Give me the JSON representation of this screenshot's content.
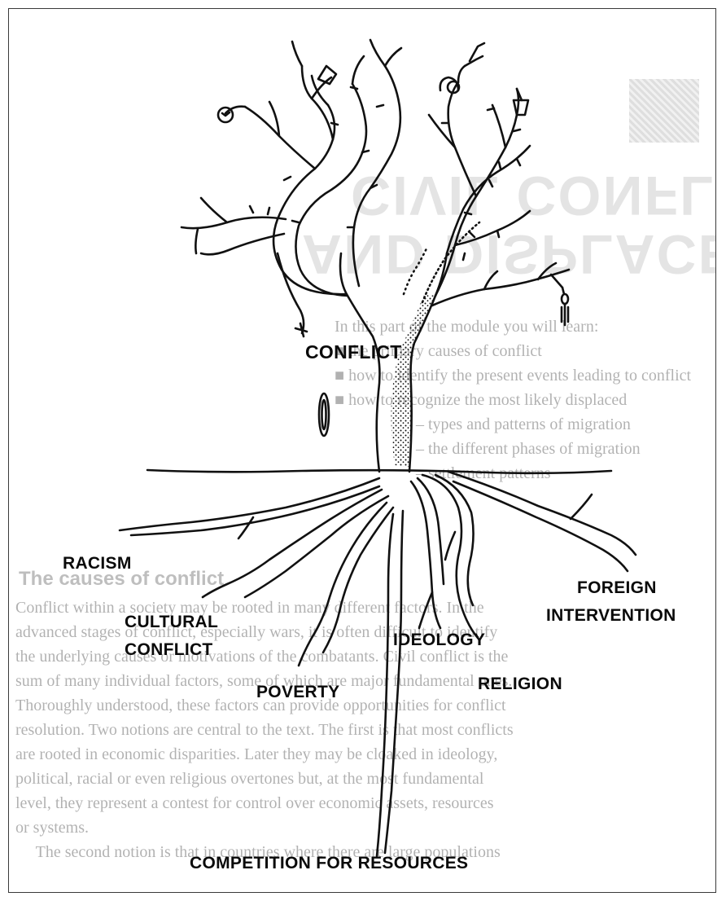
{
  "diagram": {
    "trunk_label": "CONFLICT",
    "roots": {
      "racism": "RACISM",
      "cultural_conflict_line1": "CULTURAL",
      "cultural_conflict_line2": "CONFLICT",
      "poverty": "POVERTY",
      "ideology": "IDEOLOGY",
      "religion": "RELIGION",
      "foreign_intervention_line1": "FOREIGN",
      "foreign_intervention_line2": "INTERVENTION",
      "competition": "COMPETITION FOR RESOURCES"
    }
  },
  "colors": {
    "ink": "#0a0a0a",
    "border": "#3a3a3a",
    "ghost_text": "#000000"
  }
}
